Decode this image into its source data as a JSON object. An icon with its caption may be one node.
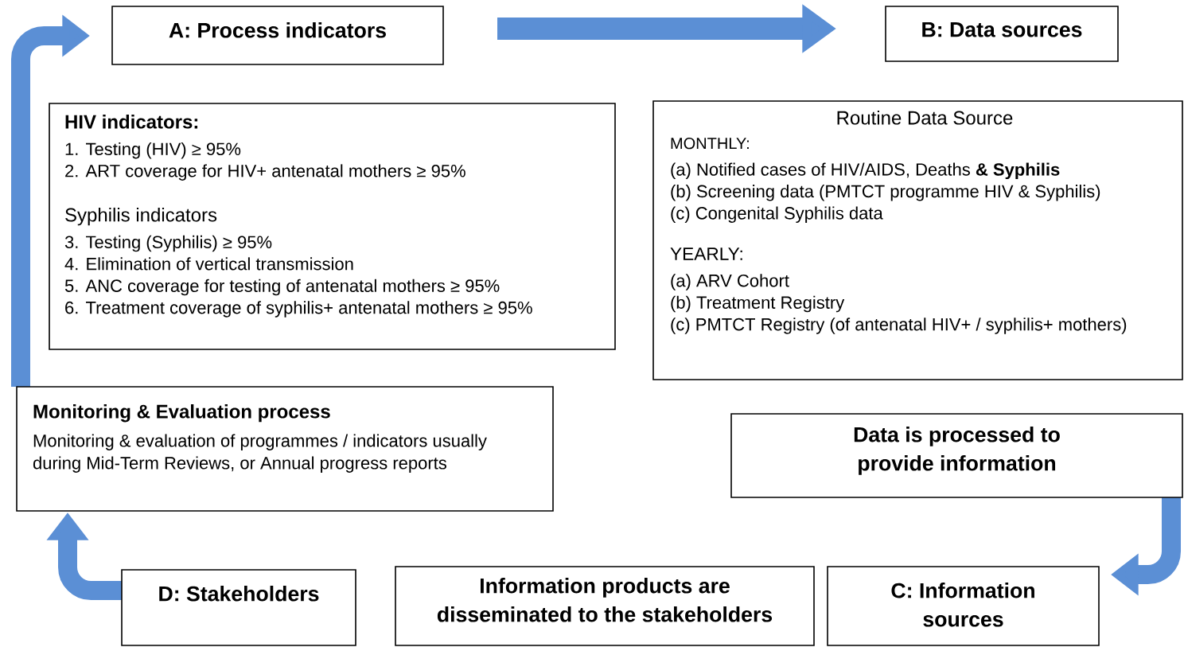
{
  "diagram": {
    "nodes": [
      {
        "text": [
          "A: Process indicators"
        ]
      },
      {
        "text": [
          "B: Data sources"
        ]
      },
      {
        "text": [
          "HIV indicators:",
          "1. Testing (HIV) ≥ 95%",
          "2. ART coverage for HIV+ antenatal mothers ≥ 95%",
          "Syphilis indicators",
          "3. Testing (Syphilis) ≥ 95%",
          "4. Elimination of vertical transmission",
          "5. ANC coverage for testing of antenatal mothers ≥ 95%",
          "6. Treatment coverage of syphilis+ antenatal mothers ≥ 95%"
        ]
      },
      {
        "text": [
          "Routine Data Source",
          "MONTHLY:",
          "(a) Notified cases of HIV/AIDS, Deaths **& Syphilis**",
          "(b) Screening data (PMTCT programme HIV & Syphilis)",
          "(c) Congenital Syphilis data",
          "YEARLY:",
          "(a) ARV Cohort",
          "(b) Treatment Registry",
          "(c) PMTCT Registry (of antenatal HIV+ / syphilis+ mothers)"
        ]
      },
      {
        "text": [
          "Monitoring & Evaluation process",
          "Monitoring & evaluation of programmes / indicators usually during Mid-Term Reviews, or Annual progress reports"
        ]
      },
      {
        "text": [
          "Data is processed to provide information"
        ]
      },
      {
        "text": [
          "D: Stakeholders"
        ]
      },
      {
        "text": [
          "Information products are disseminated to the stakeholders"
        ]
      },
      {
        "text": [
          "C: Information sources"
        ]
      }
    ],
    "edges": [
      {
        "from": 0,
        "to": 1,
        "arrow": "to"
      },
      {
        "from": 4,
        "to": 0,
        "arrow": "to"
      },
      {
        "from": 5,
        "to": 8,
        "arrow": "to"
      },
      {
        "from": 6,
        "to": 4,
        "arrow": "to"
      }
    ]
  }
}
